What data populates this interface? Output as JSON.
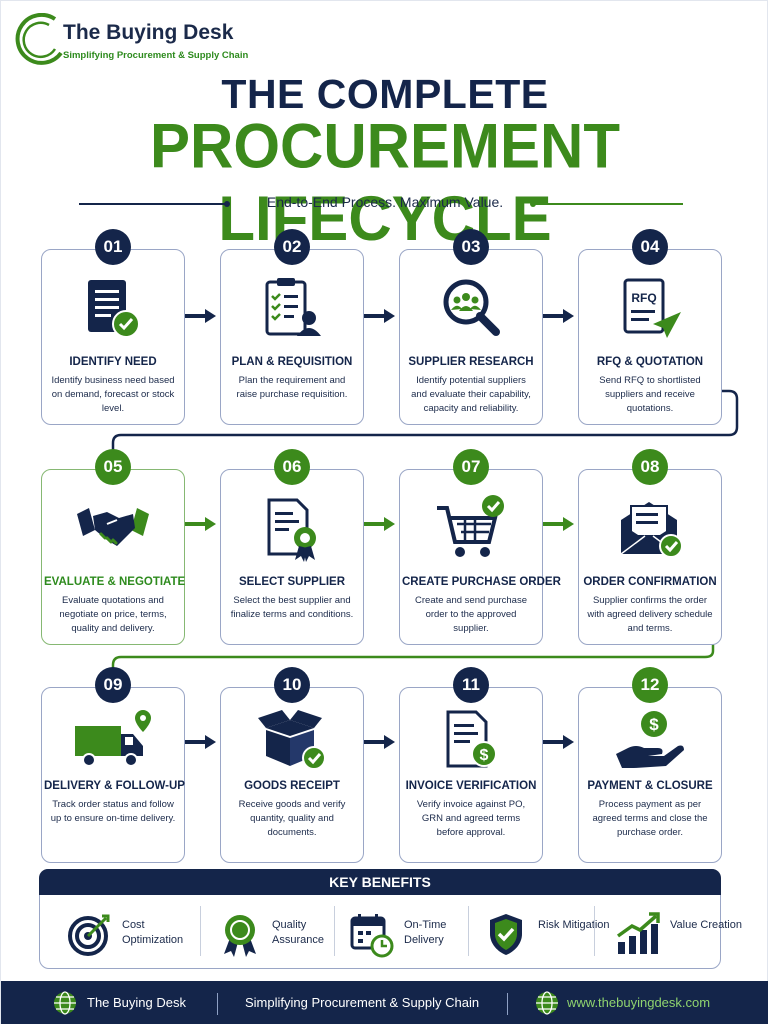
{
  "brand": {
    "name": "The Buying Desk",
    "tagline": "Simplifying Procurement & Supply Chain"
  },
  "title": {
    "line1": "THE COMPLETE",
    "line2": "PROCUREMENT LIFECYCLE",
    "subtitle": "End-to-End Process. Maximum Value."
  },
  "colors": {
    "navy": "#14254a",
    "green": "#3c8a1c"
  },
  "steps": [
    {
      "num": "01",
      "title": "IDENTIFY NEED",
      "desc": "Identify business need based on demand, forecast or stock level.",
      "icon": "document-check-icon"
    },
    {
      "num": "02",
      "title": "PLAN & REQUISITION",
      "desc": "Plan the requirement and raise purchase requisition.",
      "icon": "clipboard-person-icon"
    },
    {
      "num": "03",
      "title": "SUPPLIER RESEARCH",
      "desc": "Identify potential suppliers and evaluate their capability, capacity and reliability.",
      "icon": "magnifier-people-icon"
    },
    {
      "num": "04",
      "title": "RFQ & QUOTATION",
      "desc": "Send RFQ to shortlisted suppliers and receive quotations.",
      "icon": "rfq-paper-plane-icon",
      "icon_text": "RFQ"
    },
    {
      "num": "05",
      "title": "EVALUATE & NEGOTIATE",
      "desc": "Evaluate quotations and negotiate on price, terms, quality and delivery.",
      "icon": "handshake-icon"
    },
    {
      "num": "06",
      "title": "SELECT SUPPLIER",
      "desc": "Select the best supplier and finalize terms and conditions.",
      "icon": "certificate-icon"
    },
    {
      "num": "07",
      "title": "CREATE PURCHASE ORDER",
      "desc": "Create and send purchase order to the approved supplier.",
      "icon": "cart-check-icon"
    },
    {
      "num": "08",
      "title": "ORDER CONFIRMATION",
      "desc": "Supplier confirms the order with agreed delivery schedule and terms.",
      "icon": "envelope-check-icon"
    },
    {
      "num": "09",
      "title": "DELIVERY & FOLLOW-UP",
      "desc": "Track order status and follow up to ensure on-time delivery.",
      "icon": "truck-location-icon"
    },
    {
      "num": "10",
      "title": "GOODS RECEIPT",
      "desc": "Receive goods and verify quantity, quality and documents.",
      "icon": "box-check-icon"
    },
    {
      "num": "11",
      "title": "INVOICE VERIFICATION",
      "desc": "Verify invoice against PO, GRN and agreed terms before approval.",
      "icon": "invoice-dollar-icon"
    },
    {
      "num": "12",
      "title": "PAYMENT & CLOSURE",
      "desc": "Process payment as per agreed terms and close the purchase order.",
      "icon": "hand-dollar-icon"
    }
  ],
  "benefits": {
    "heading": "KEY BENEFITS",
    "items": [
      {
        "label": "Cost Optimization",
        "icon": "target-icon"
      },
      {
        "label": "Quality Assurance",
        "icon": "award-ribbon-icon"
      },
      {
        "label": "On-Time Delivery",
        "icon": "calendar-clock-icon"
      },
      {
        "label": "Risk Mitigation",
        "icon": "shield-check-icon"
      },
      {
        "label": "Value Creation",
        "icon": "growth-chart-icon"
      }
    ]
  },
  "footer": {
    "name": "The Buying Desk",
    "tagline": "Simplifying Procurement & Supply Chain",
    "url": "www.thebuyingdesk.com"
  }
}
